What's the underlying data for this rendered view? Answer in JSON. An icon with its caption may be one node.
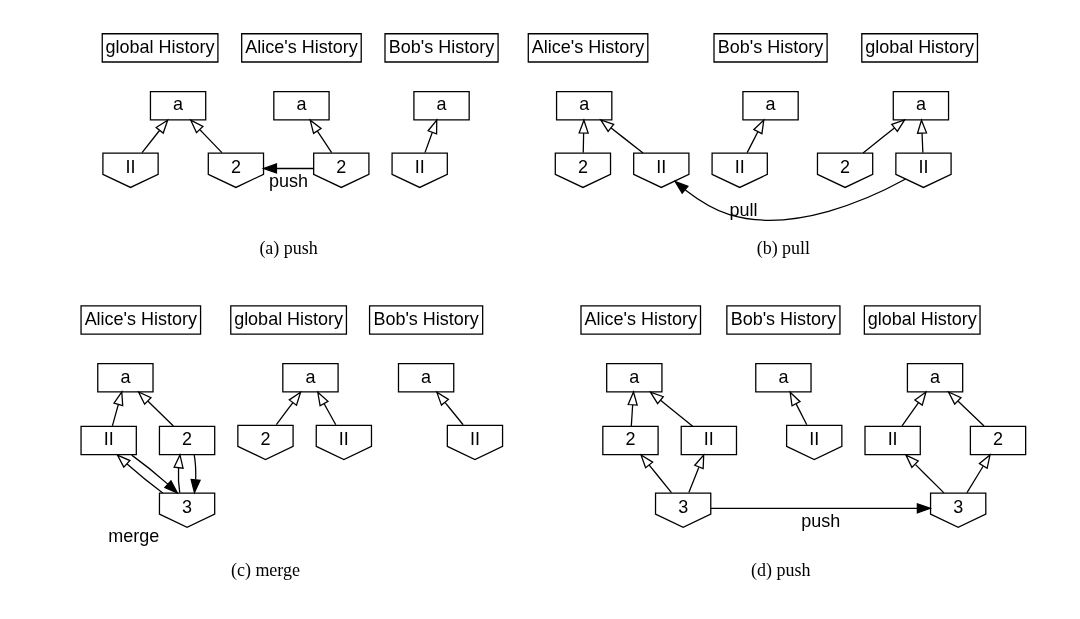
{
  "diagram": {
    "nodes": [
      {
        "text": [
          "Alice's History"
        ]
      },
      {
        "text": [
          "global History"
        ]
      },
      {
        "text": [
          "Bob's History"
        ]
      },
      {
        "text": [
          "a"
        ]
      },
      {
        "text": [
          "2"
        ]
      },
      {
        "text": [
          "a"
        ]
      },
      {
        "text": [
          "2"
        ]
      },
      {
        "text": [
          "II"
        ]
      },
      {
        "text": [
          "a"
        ]
      },
      {
        "text": [
          "II"
        ]
      },
      {
        "text": [
          "Alice's History"
        ]
      },
      {
        "text": [
          "global History"
        ]
      },
      {
        "text": [
          "Bob's History"
        ]
      },
      {
        "text": [
          "a"
        ]
      },
      {
        "text": [
          "2"
        ]
      },
      {
        "text": [
          "II"
        ]
      },
      {
        "text": [
          "a"
        ]
      },
      {
        "text": [
          "2"
        ]
      },
      {
        "text": [
          "II"
        ]
      },
      {
        "text": [
          "a"
        ]
      },
      {
        "text": [
          "II"
        ]
      },
      {
        "text": [
          "Alice's History"
        ]
      },
      {
        "text": [
          "global History"
        ]
      },
      {
        "text": [
          "Bob's History"
        ]
      },
      {
        "text": [
          "a"
        ]
      },
      {
        "text": [
          "2"
        ]
      },
      {
        "text": [
          "II"
        ]
      },
      {
        "text": [
          "3"
        ],
        "beside": [
          "merge"
        ]
      },
      {
        "text": [
          "a"
        ]
      },
      {
        "text": [
          "2"
        ]
      },
      {
        "text": [
          "II"
        ]
      },
      {
        "text": [
          "a"
        ]
      },
      {
        "text": [
          "II"
        ]
      },
      {
        "text": [
          "Alice's History"
        ]
      },
      {
        "text": [
          "global History"
        ]
      },
      {
        "text": [
          "Bob's History"
        ]
      },
      {
        "text": [
          "a"
        ]
      },
      {
        "text": [
          "2"
        ]
      },
      {
        "text": [
          "II"
        ]
      },
      {
        "text": [
          "3"
        ]
      },
      {
        "text": [
          "a"
        ]
      },
      {
        "text": [
          "2"
        ]
      },
      {
        "text": [
          "II"
        ]
      },
      {
        "text": [
          "3"
        ]
      },
      {
        "text": [
          "a"
        ]
      },
      {
        "text": [
          "II"
        ]
      }
    ],
    "edges": [
      {
        "from": 4,
        "to": 3,
        "arrow": "to"
      },
      {
        "from": 6,
        "to": 5,
        "arrow": "to"
      },
      {
        "from": 7,
        "to": 5,
        "arrow": "to"
      },
      {
        "from": 9,
        "to": 8,
        "arrow": "to"
      },
      {
        "from": 4,
        "to": 6,
        "arrow": "to",
        "label": "push"
      },
      {
        "from": 14,
        "to": 13,
        "arrow": "to"
      },
      {
        "from": 15,
        "to": 13,
        "arrow": "to"
      },
      {
        "from": 17,
        "to": 16,
        "arrow": "to"
      },
      {
        "from": 18,
        "to": 16,
        "arrow": "to"
      },
      {
        "from": 20,
        "to": 19,
        "arrow": "to"
      },
      {
        "from": 18,
        "to": 15,
        "arrow": "to",
        "label": "pull"
      },
      {
        "from": 25,
        "to": 24,
        "arrow": "to"
      },
      {
        "from": 26,
        "to": 24,
        "arrow": "to"
      },
      {
        "from": 27,
        "to": 25,
        "arrow": "to"
      },
      {
        "from": 27,
        "to": 26,
        "arrow": "to"
      },
      {
        "from": 25,
        "to": 27,
        "arrow": "to"
      },
      {
        "from": 26,
        "to": 27,
        "arrow": "to"
      },
      {
        "from": 29,
        "to": 28,
        "arrow": "to"
      },
      {
        "from": 30,
        "to": 28,
        "arrow": "to"
      },
      {
        "from": 32,
        "to": 31,
        "arrow": "to"
      },
      {
        "from": 37,
        "to": 36,
        "arrow": "to"
      },
      {
        "from": 38,
        "to": 36,
        "arrow": "to"
      },
      {
        "from": 39,
        "to": 37,
        "arrow": "to"
      },
      {
        "from": 39,
        "to": 38,
        "arrow": "to"
      },
      {
        "from": 41,
        "to": 40,
        "arrow": "to"
      },
      {
        "from": 42,
        "to": 40,
        "arrow": "to"
      },
      {
        "from": 43,
        "to": 41,
        "arrow": "to"
      },
      {
        "from": 43,
        "to": 42,
        "arrow": "to"
      },
      {
        "from": 45,
        "to": 44,
        "arrow": "to"
      },
      {
        "from": 39,
        "to": 43,
        "arrow": "to",
        "label": "push"
      }
    ],
    "labels": [
      "(a) push",
      "(b) pull",
      "(c) merge",
      "(d) push"
    ]
  }
}
